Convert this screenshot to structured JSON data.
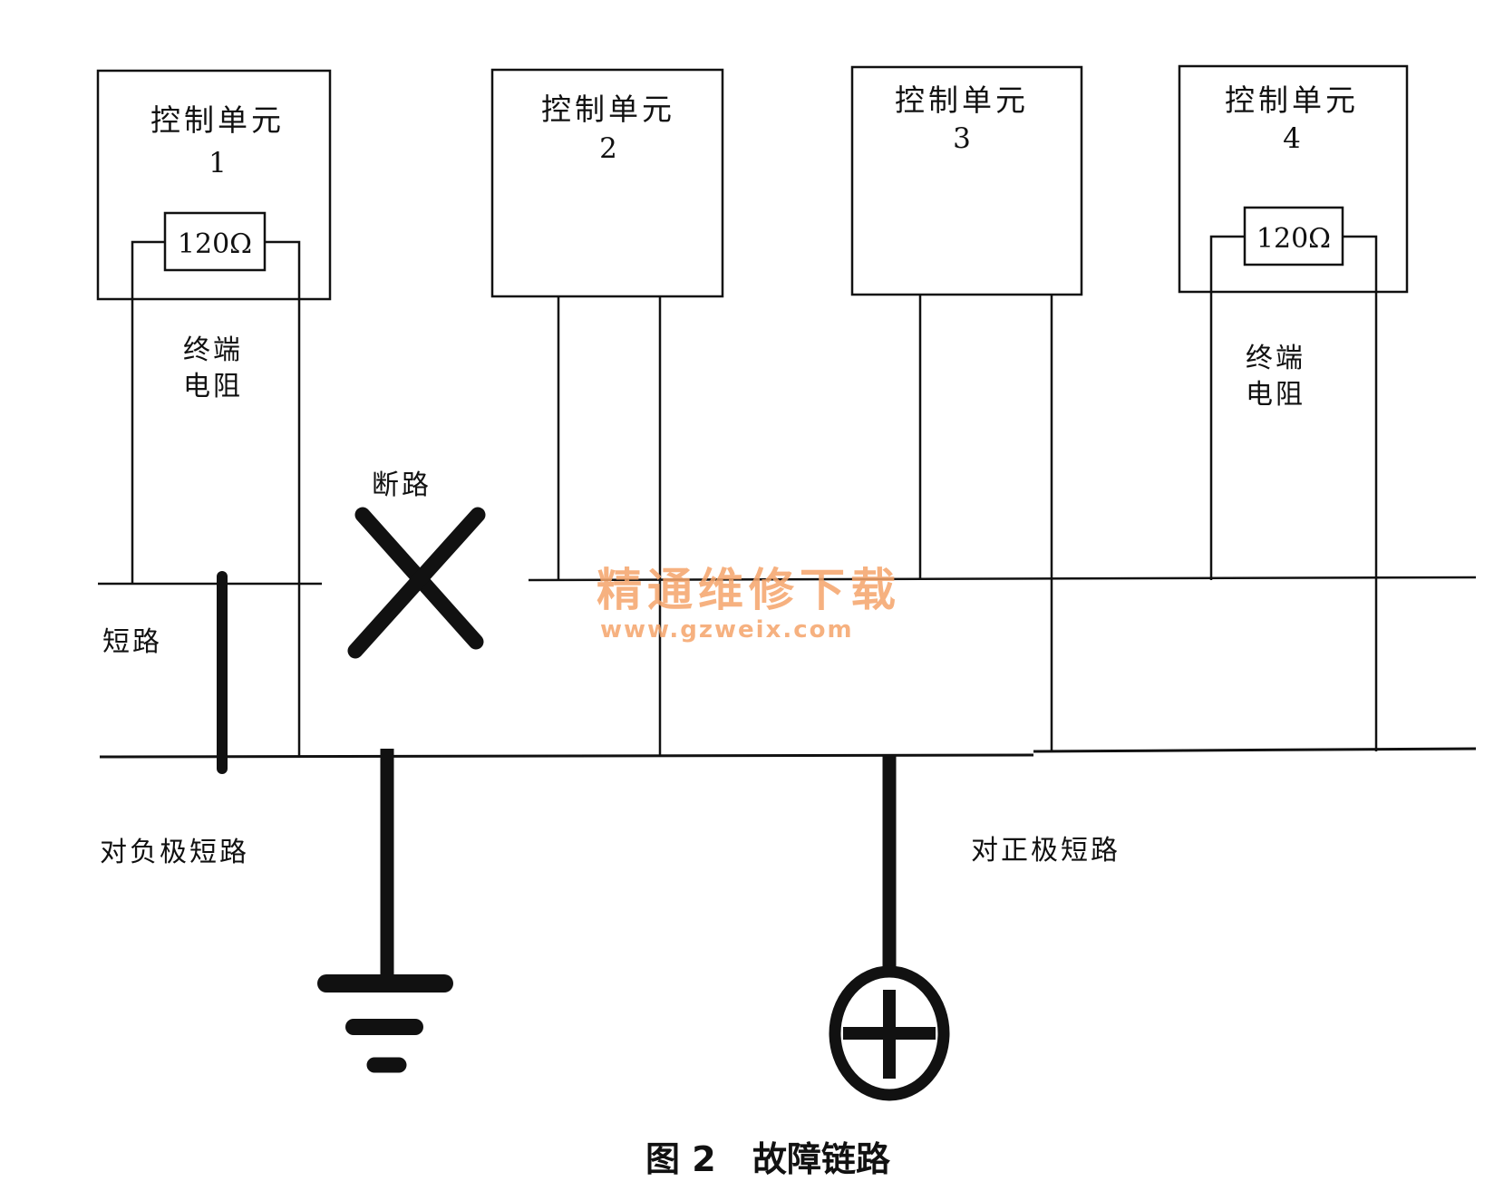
{
  "units": [
    {
      "label": "控制单元",
      "number": "1"
    },
    {
      "label": "控制单元",
      "number": "2"
    },
    {
      "label": "控制单元",
      "number": "3"
    },
    {
      "label": "控制单元",
      "number": "4"
    }
  ],
  "resistors": [
    {
      "value": "120Ω",
      "line1": "终端",
      "line2": "电阻"
    },
    {
      "value": "120Ω",
      "line1": "终端",
      "line2": "电阻"
    }
  ],
  "faults": {
    "open_circuit": "断路",
    "short_circuit": "短路",
    "short_to_negative": "对负极短路",
    "short_to_positive": "对正极短路"
  },
  "caption": {
    "figure": "图 2",
    "title": "故障链路"
  },
  "watermark": {
    "cn": "精通维修下载",
    "url": "www.gzweix.com",
    "color": "#f5a46a"
  },
  "colors": {
    "ink": "#111111",
    "background": "#ffffff"
  }
}
